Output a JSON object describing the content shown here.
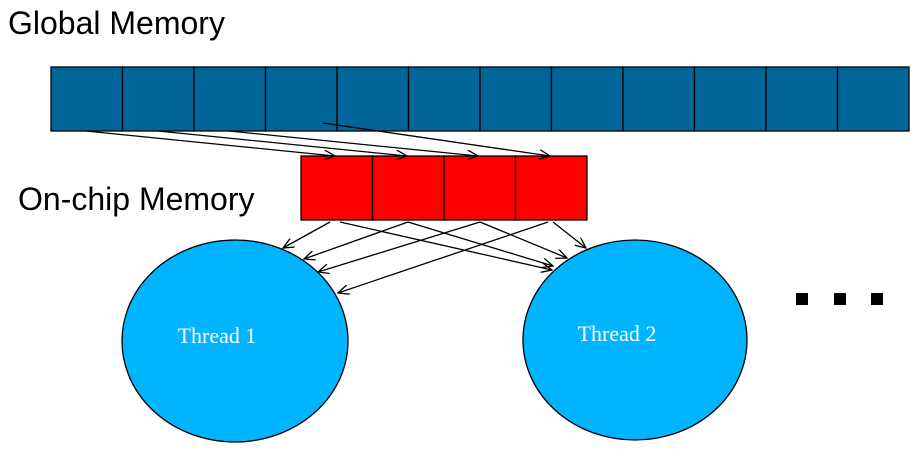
{
  "labels": {
    "global_memory": "Global Memory",
    "onchip_memory": "On-chip Memory",
    "thread_1": "Thread 1",
    "thread_2": "Thread 2"
  },
  "global_memory": {
    "cell_count": 12
  },
  "onchip_memory": {
    "cell_count": 4
  },
  "colors": {
    "global_cell": "#006699",
    "onchip_cell": "#ff0000",
    "thread": "#00b4ff",
    "stroke": "#000000"
  }
}
